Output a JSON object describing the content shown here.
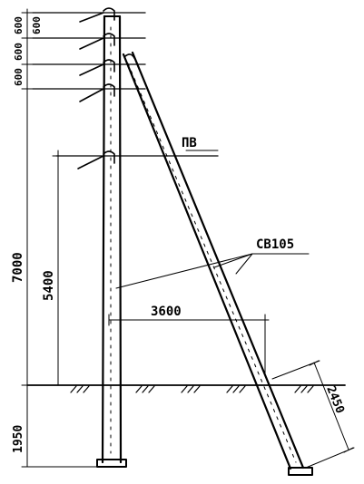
{
  "labels": {
    "cable_mark": "ПВ",
    "post_mark": "СВ105",
    "dim_total_above_ground": "7000",
    "dim_below_ground": "1950",
    "dim_lower_arm_height": "5400",
    "dim_spacing_1": "600",
    "dim_spacing_2": "600",
    "dim_spacing_3": "600",
    "dim_spacing_4": "600",
    "dim_strut_offset": "3600",
    "dim_strut_depth": "2450"
  }
}
